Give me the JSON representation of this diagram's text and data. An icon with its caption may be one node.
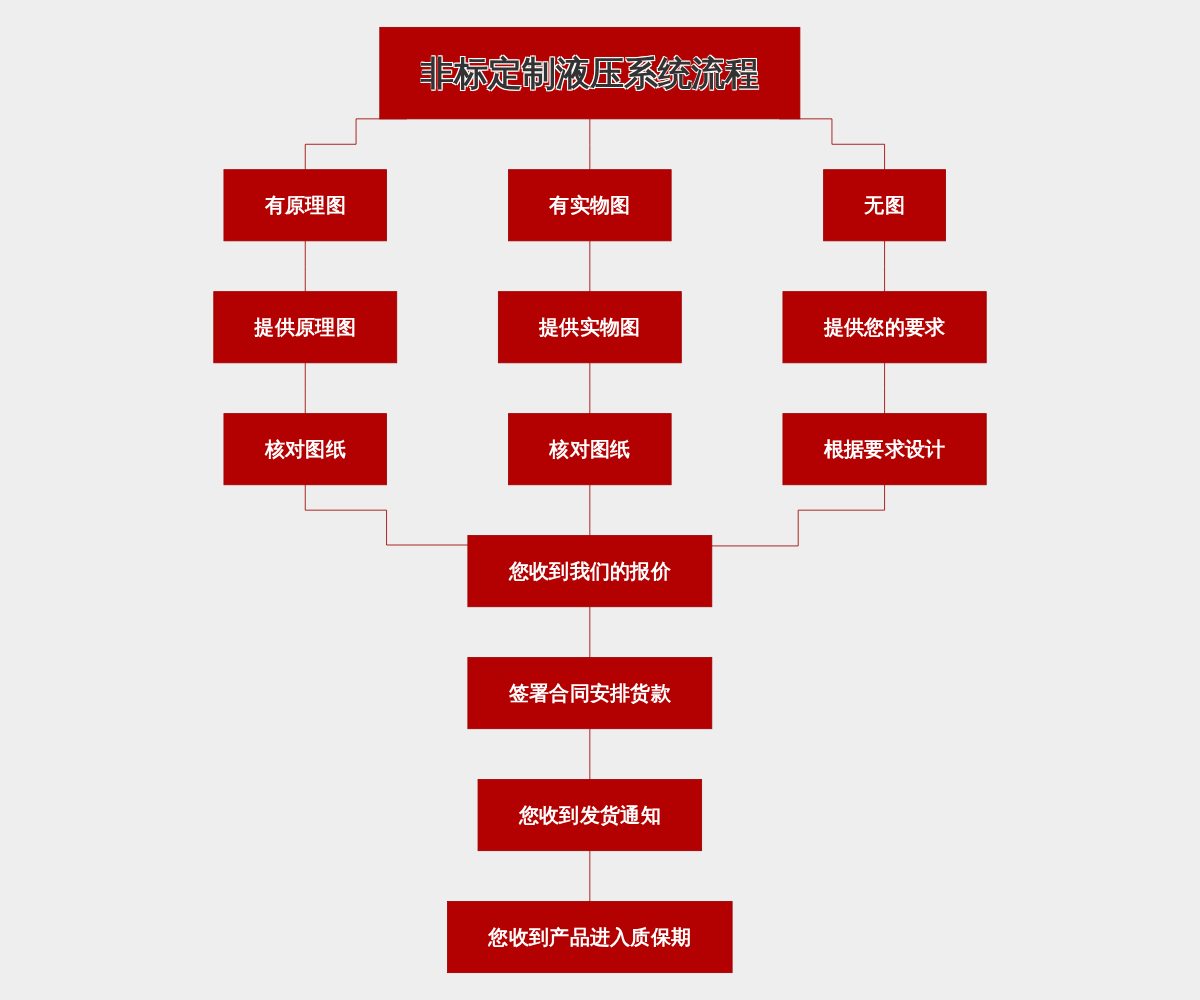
{
  "diagram": {
    "nodes": [
      {
        "text": [
          "非标定制液压系统流程"
        ]
      },
      {
        "text": [
          "有原理图"
        ]
      },
      {
        "text": [
          "有实物图"
        ]
      },
      {
        "text": [
          "无图"
        ]
      },
      {
        "text": [
          "提供原理图"
        ]
      },
      {
        "text": [
          "提供实物图"
        ]
      },
      {
        "text": [
          "提供您的要求"
        ]
      },
      {
        "text": [
          "核对图纸"
        ]
      },
      {
        "text": [
          "核对图纸"
        ]
      },
      {
        "text": [
          "根据要求设计"
        ]
      },
      {
        "text": [
          "您收到我们的报价"
        ]
      },
      {
        "text": [
          "签署合同安排货款"
        ]
      },
      {
        "text": [
          "您收到发货通知"
        ]
      },
      {
        "text": [
          "您收到产品进入质保期"
        ]
      }
    ],
    "edges": [
      {
        "from": 0,
        "to": 1,
        "arrow": "none"
      },
      {
        "from": 0,
        "to": 2,
        "arrow": "none"
      },
      {
        "from": 0,
        "to": 3,
        "arrow": "none"
      },
      {
        "from": 1,
        "to": 4,
        "arrow": "none"
      },
      {
        "from": 2,
        "to": 5,
        "arrow": "none"
      },
      {
        "from": 3,
        "to": 6,
        "arrow": "none"
      },
      {
        "from": 4,
        "to": 7,
        "arrow": "none"
      },
      {
        "from": 5,
        "to": 8,
        "arrow": "none"
      },
      {
        "from": 6,
        "to": 9,
        "arrow": "none"
      },
      {
        "from": 7,
        "to": 10,
        "arrow": "none"
      },
      {
        "from": 8,
        "to": 10,
        "arrow": "none"
      },
      {
        "from": 9,
        "to": 10,
        "arrow": "none"
      },
      {
        "from": 10,
        "to": 11,
        "arrow": "none"
      },
      {
        "from": 11,
        "to": 12,
        "arrow": "none"
      },
      {
        "from": 12,
        "to": 13,
        "arrow": "none"
      }
    ]
  }
}
